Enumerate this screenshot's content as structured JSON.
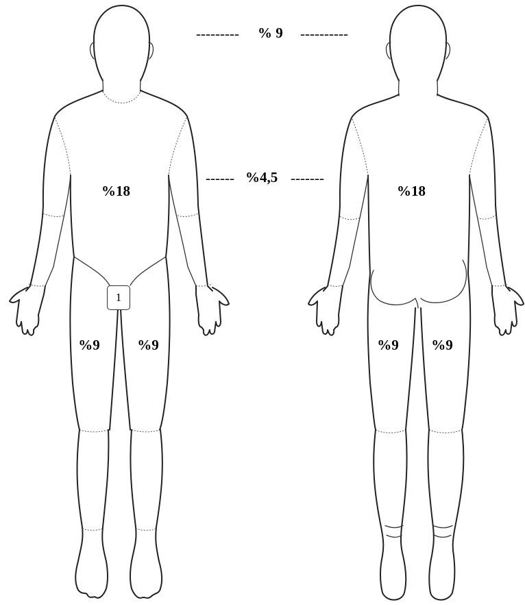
{
  "labels": {
    "head": "% 9",
    "arm": "%4,5",
    "front_trunk": "%18",
    "back_trunk": "%18",
    "front_left_leg": "%9",
    "front_right_leg": "%9",
    "back_left_leg": "%9",
    "back_right_leg": "%9",
    "groin": "1"
  },
  "leaders": {
    "head_left": "---------",
    "head_right": "----------",
    "arm_left": "------",
    "arm_right": "-------"
  }
}
